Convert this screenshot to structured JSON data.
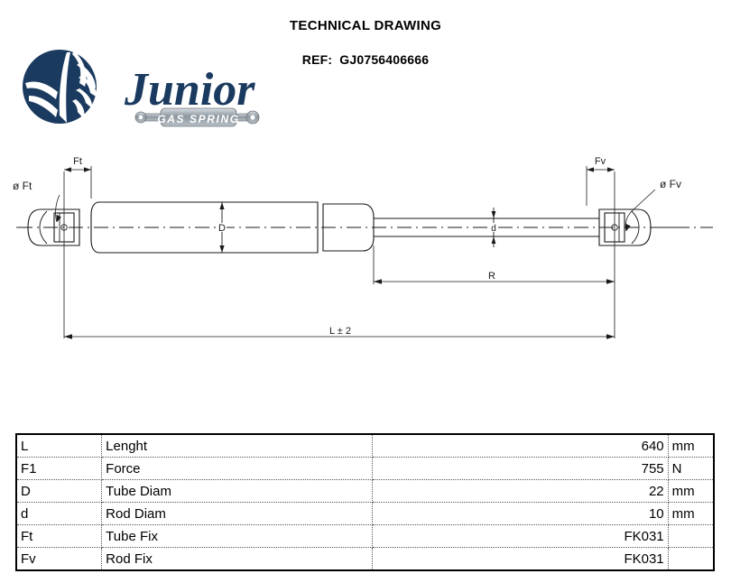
{
  "header": {
    "title": "TECHNICAL DRAWING",
    "ref_label": "REF:",
    "ref_value": "GJ0756406666"
  },
  "logo": {
    "brand": "Junior",
    "tagline": "GAS SPRING",
    "emblem": "winged-shield-emblem",
    "brand_color": "#1b3a5f",
    "badge_color": "#9aa3ab"
  },
  "drawing": {
    "name": "gas-spring-technical-drawing",
    "labels": {
      "tube_fix_dim": "Ft",
      "tube_fix_diam": "ø  Ft",
      "rod_fix_dim": "Fv",
      "rod_fix_diam": "ø  Fv",
      "tube_diam": "D",
      "rod_diam": "d",
      "stroke": "R",
      "length": "L ± 2"
    }
  },
  "table": {
    "columns": [
      "symbol",
      "description",
      "value",
      "unit"
    ],
    "rows": [
      {
        "symbol": "L",
        "description": "Lenght",
        "value": "640",
        "unit": "mm"
      },
      {
        "symbol": "F1",
        "description": "Force",
        "value": "755",
        "unit": "N"
      },
      {
        "symbol": "D",
        "description": "Tube Diam",
        "value": "22",
        "unit": "mm"
      },
      {
        "symbol": "d",
        "description": "Rod Diam",
        "value": "10",
        "unit": "mm"
      },
      {
        "symbol": "Ft",
        "description": "Tube Fix",
        "value": "FK031",
        "unit": ""
      },
      {
        "symbol": "Fv",
        "description": "Rod Fix",
        "value": "FK031",
        "unit": ""
      }
    ]
  }
}
